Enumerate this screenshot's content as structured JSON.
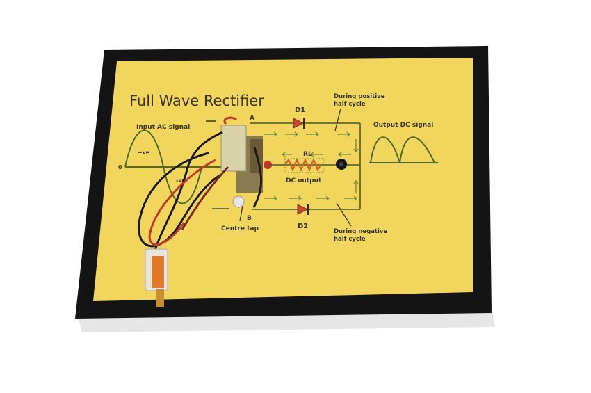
{
  "board": {
    "title": "Full Wave Rectifier",
    "input_label": "Input AC signal",
    "output_label": "Output DC signal",
    "positive_label": "+ve",
    "negative_label": "-ve",
    "zero_label": "0",
    "node_a": "A",
    "node_b": "B",
    "centre_tap": "Centre tap",
    "diode1": "D1",
    "diode2": "D2",
    "resistor": "RL",
    "dc_output": "DC output",
    "positive_cycle": [
      "During positive",
      "half cycle"
    ],
    "negative_cycle": [
      "During negative",
      "half cycle"
    ],
    "colors": {
      "panel": "#f1d55c",
      "frame": "#141414",
      "trace": "#5a6a2a",
      "arrow": "#6f8a3a",
      "diode": "#d0432a"
    }
  }
}
